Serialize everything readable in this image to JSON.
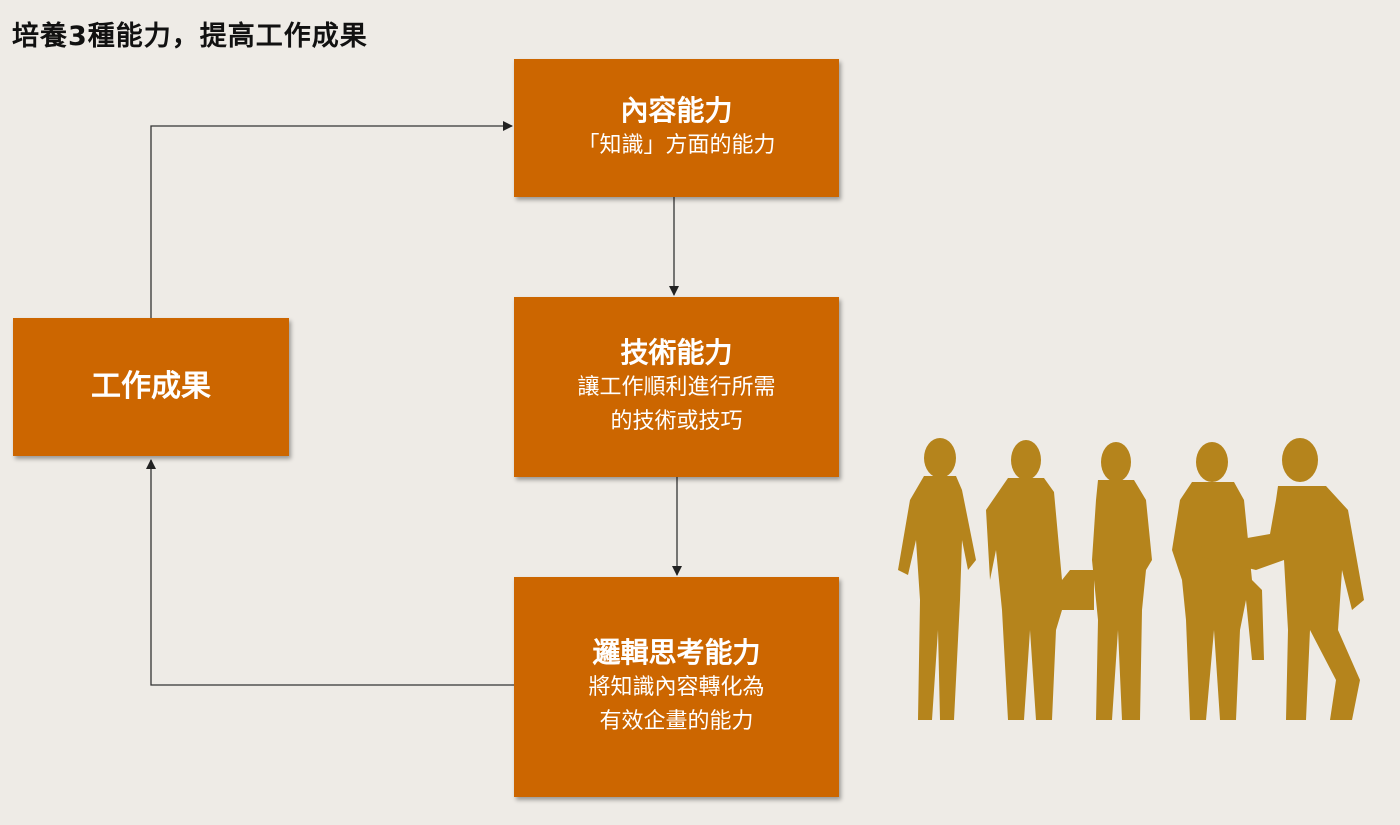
{
  "title": "培養3種能力，提高工作成果",
  "boxes": {
    "content": {
      "heading": "內容能力",
      "desc": [
        "「知識」方面的能力"
      ]
    },
    "skill": {
      "heading": "技術能力",
      "desc": [
        "讓工作順利進行所需",
        "的技術或技巧"
      ]
    },
    "logic": {
      "heading": "邏輯思考能力",
      "desc": [
        "將知識內容轉化為",
        "有效企畫的能力"
      ]
    },
    "result": {
      "heading": "工作成果"
    }
  },
  "colors": {
    "box": "#cc6600",
    "background": "#eeebe6",
    "silhouette": "#b5841c",
    "line": "#333333"
  },
  "icons": [
    "business-people-silhouette"
  ]
}
